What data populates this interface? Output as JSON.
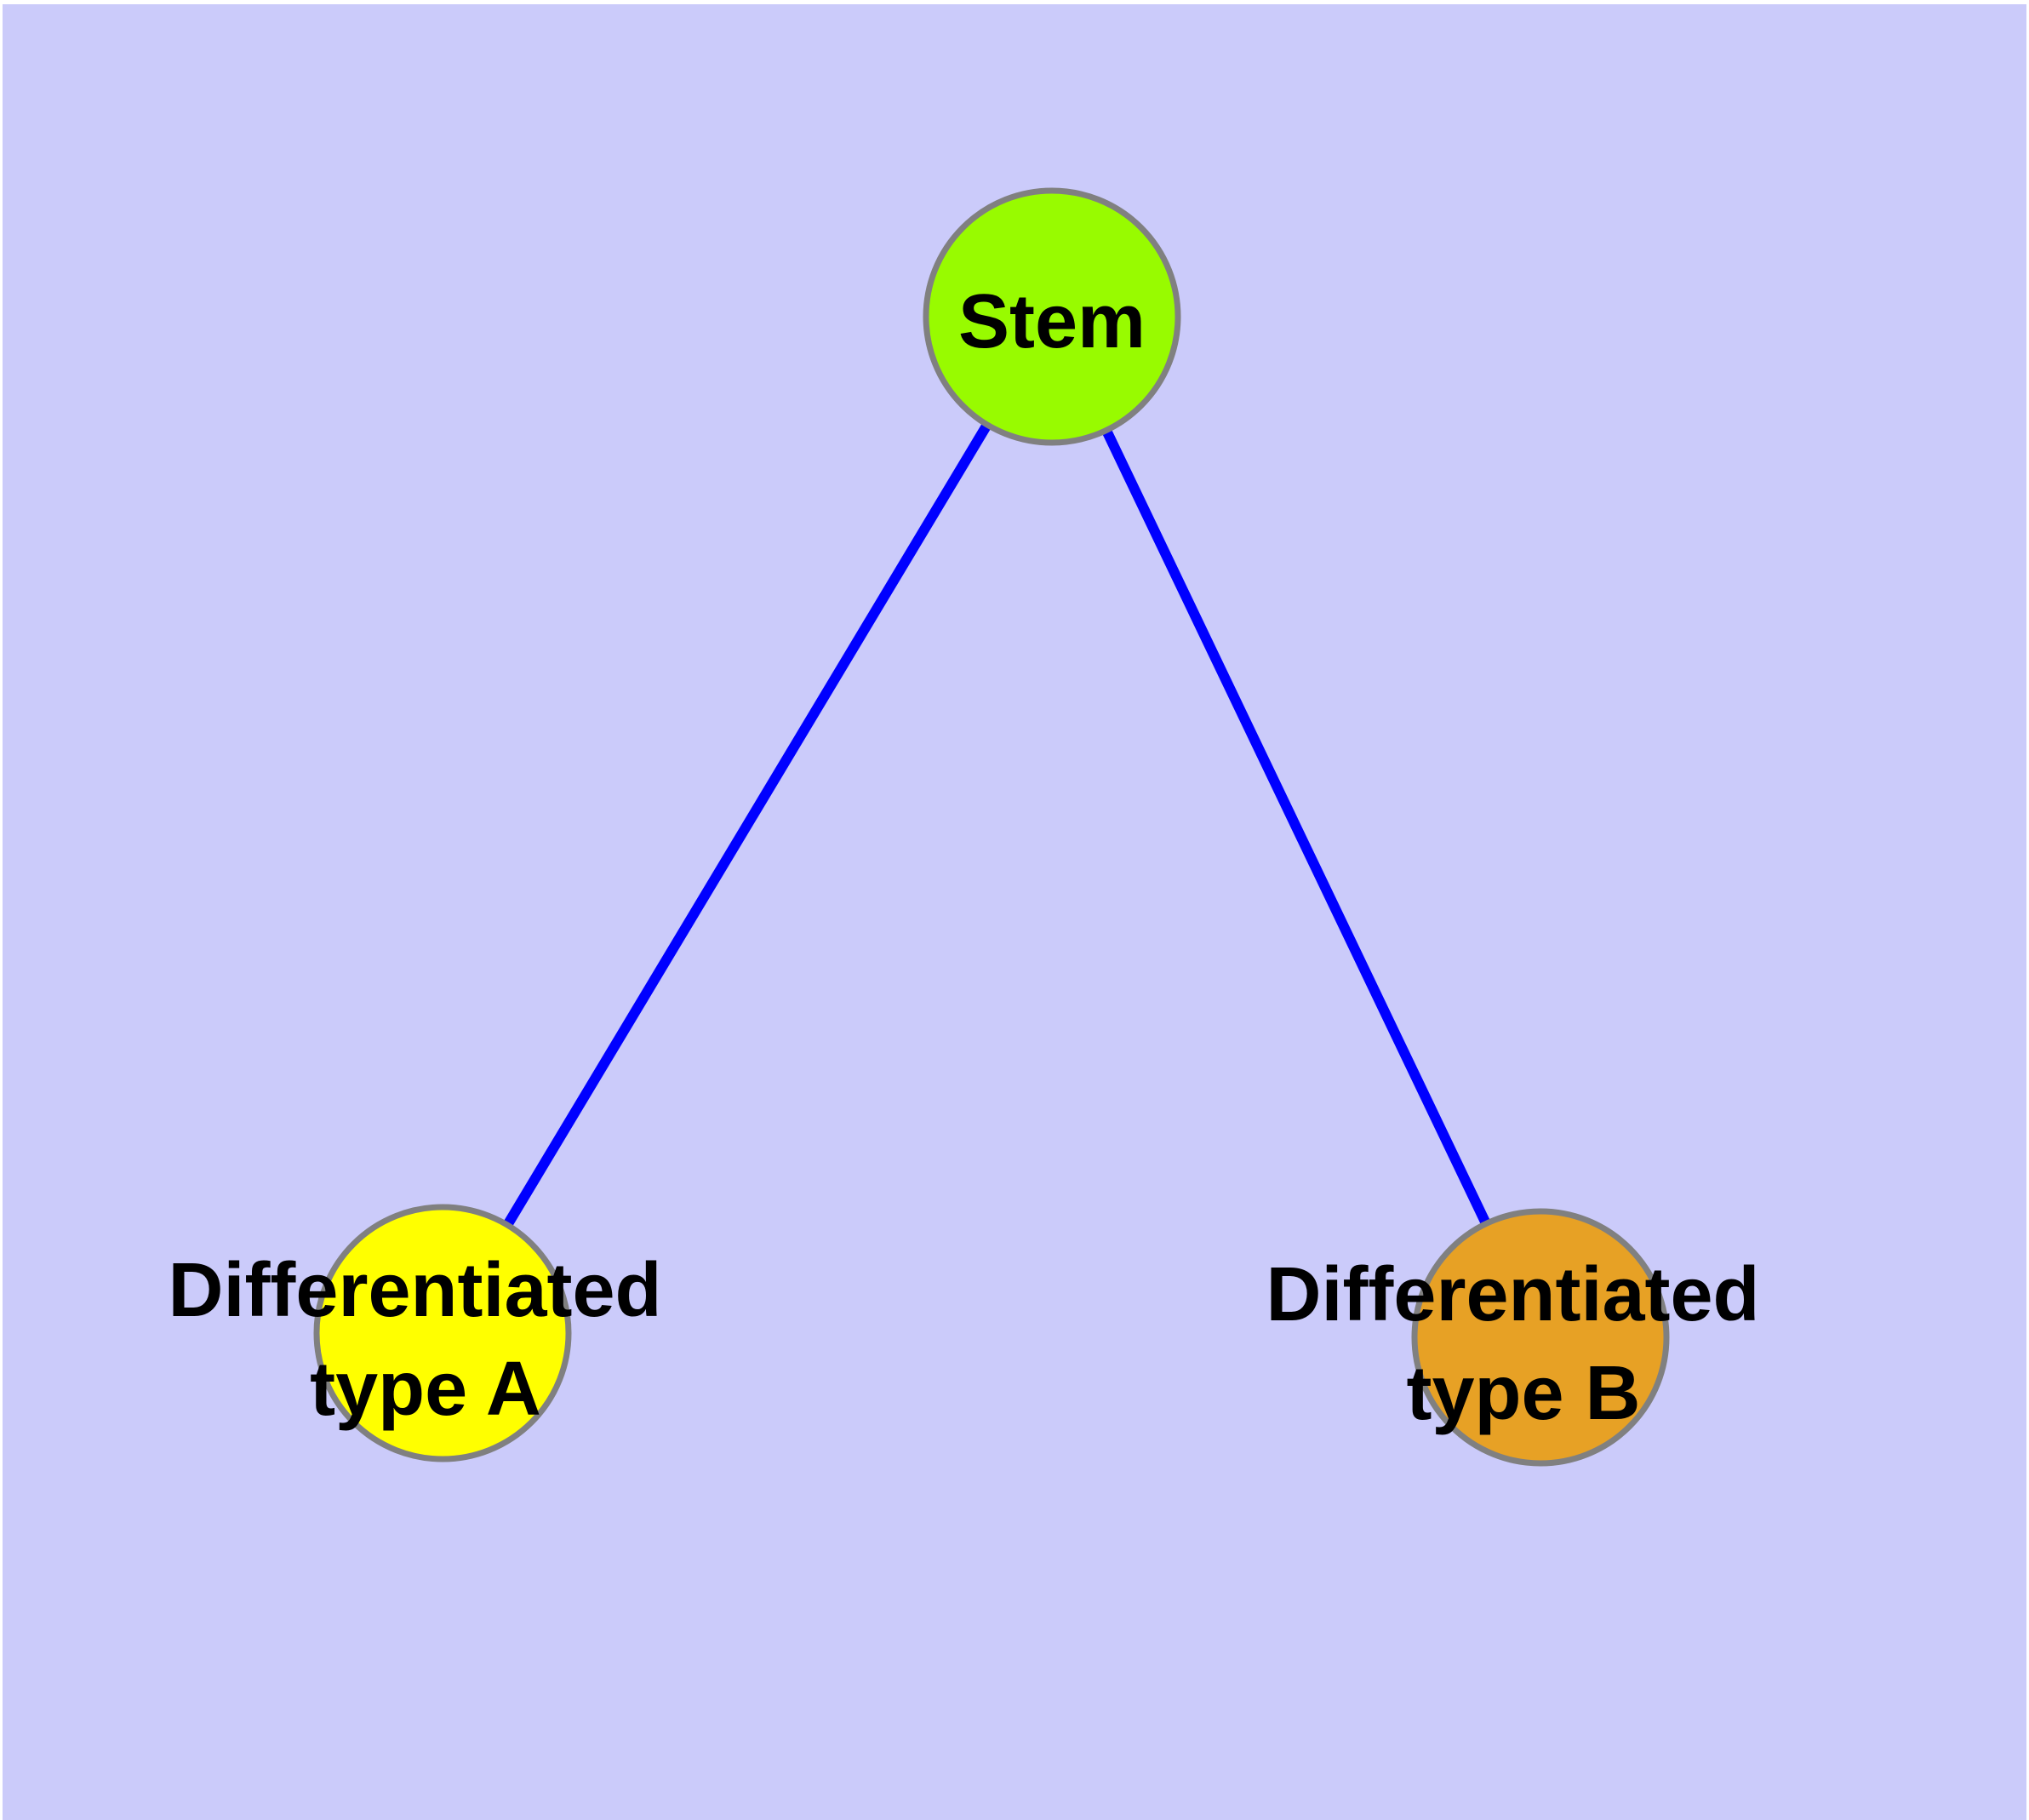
{
  "diagram": {
    "type": "graph",
    "background_color": "#CBCBFA",
    "margin_color": "#FFFFFF",
    "node_border_color": "#808080",
    "edge_color": "#0000FF",
    "label_color": "#000000",
    "nodes": [
      {
        "id": "stem",
        "label": "Stem",
        "lines": [
          "Stem"
        ],
        "color": "#98FB00",
        "role": "root"
      },
      {
        "id": "differentiated-type-a",
        "label": "Differentiated type A",
        "lines": [
          "Differentiated",
          "type A"
        ],
        "color": "#FFFF00",
        "role": "child"
      },
      {
        "id": "differentiated-type-b",
        "label": "Differentiated type B",
        "lines": [
          "Differentiated",
          "type B"
        ],
        "color": "#E7A125",
        "role": "child"
      }
    ],
    "edges": [
      {
        "from": "Stem",
        "to": "Differentiated type A"
      },
      {
        "from": "Stem",
        "to": "Differentiated type B"
      }
    ]
  }
}
